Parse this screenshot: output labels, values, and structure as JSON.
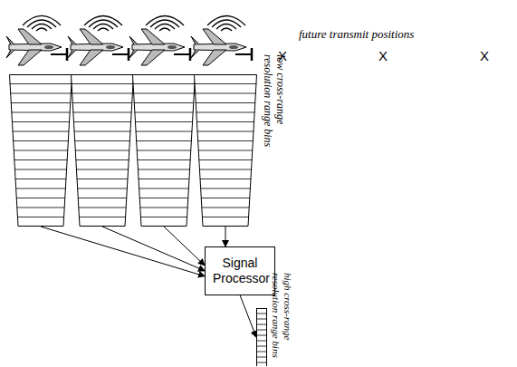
{
  "diagram": {
    "nodes": [
      {
        "text": []
      },
      {
        "text": []
      },
      {
        "text": []
      },
      {
        "text": [
          "low cross-range resolution range bins"
        ]
      },
      {
        "text": [
          "Signal Processor"
        ]
      },
      {
        "text": [
          "high cross-range resolution range bins"
        ]
      }
    ],
    "edges": [
      {
        "from": 0,
        "to": 4,
        "arrow": "to"
      },
      {
        "from": 1,
        "to": 4,
        "arrow": "to"
      },
      {
        "from": 2,
        "to": 4,
        "arrow": "to"
      },
      {
        "from": 3,
        "to": 4,
        "arrow": "to"
      },
      {
        "from": 4,
        "to": 5,
        "arrow": "to"
      }
    ],
    "labels": [
      "future transmit positions",
      "X",
      "X",
      "X"
    ]
  }
}
